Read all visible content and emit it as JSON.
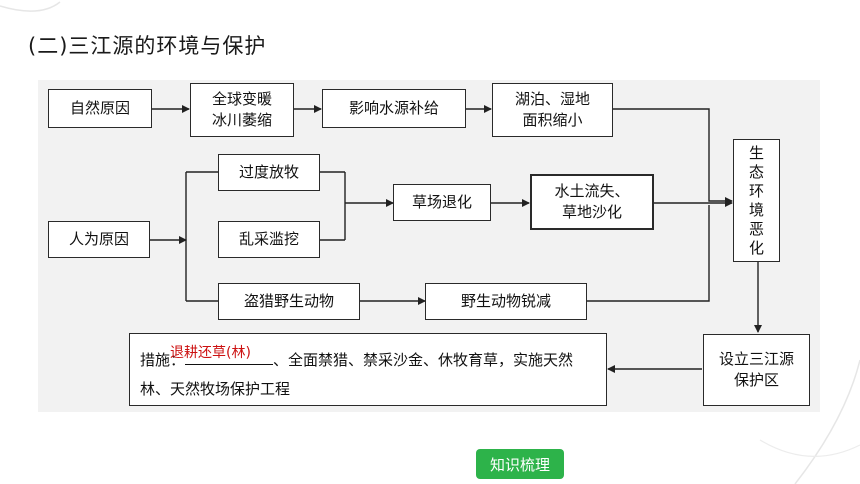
{
  "heading": "(二)三江源的环境与保护",
  "boxes": {
    "natural": "自然原因",
    "warming": "全球变暖\n冰川萎缩",
    "water_supply": "影响水源补给",
    "lakes": "湖泊、湿地\n面积缩小",
    "human": "人为原因",
    "overgrazing": "过度放牧",
    "digging": "乱采滥挖",
    "grassland": "草场退化",
    "erosion": "水土流失、\n草地沙化",
    "poaching": "盗猎野生动物",
    "wildlife": "野生动物锐减",
    "eco": "生\n态\n环\n境\n恶\n化",
    "reserve": "设立三江源\n保护区",
    "measures_prefix": "措施：",
    "measures_rest": "、全面禁猎、禁采沙金、休牧育草，实施天然林、天然牧场保护工程"
  },
  "answer": "退耕还草(林)",
  "tag": "知识梳理",
  "colors": {
    "answer": "#cc1111",
    "tag_bg": "#2db34a",
    "panel": "#f2f2f2"
  }
}
